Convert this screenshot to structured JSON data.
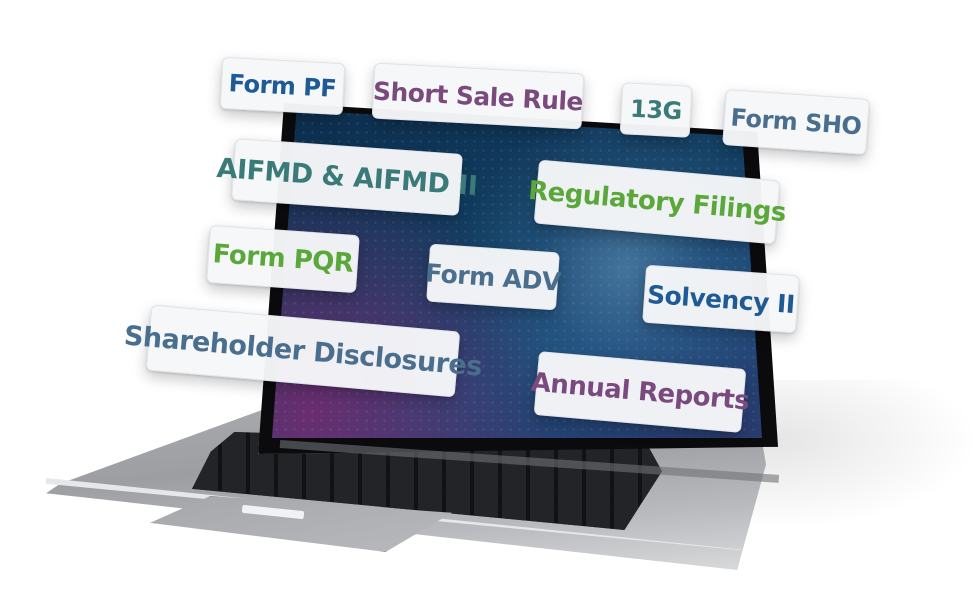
{
  "illustration": {
    "device": "laptop",
    "tags": [
      {
        "label": "Form PF",
        "color": "#1e5a96"
      },
      {
        "label": "Short Sale Rule",
        "color": "#7a4a7e"
      },
      {
        "label": "13G",
        "color": "#3a7a78"
      },
      {
        "label": "Form SHO",
        "color": "#4a6e8e"
      },
      {
        "label": "AIFMD & AIFMD II",
        "color": "#3a7a78"
      },
      {
        "label": "Regulatory Filings",
        "color": "#5aa83a"
      },
      {
        "label": "Form PQR",
        "color": "#5aa83a"
      },
      {
        "label": "Form ADV",
        "color": "#4a6e8e"
      },
      {
        "label": "Solvency II",
        "color": "#1e5a96"
      },
      {
        "label": "Shareholder Disclosures",
        "color": "#4a6e8e"
      },
      {
        "label": "Annual Reports",
        "color": "#7a4a7e"
      }
    ]
  },
  "colors": {
    "screen_dark": "#0d2d4d",
    "screen_purple": "#78286e",
    "laptop_aluminum": "#a9abaf",
    "keyboard": "#111214"
  }
}
